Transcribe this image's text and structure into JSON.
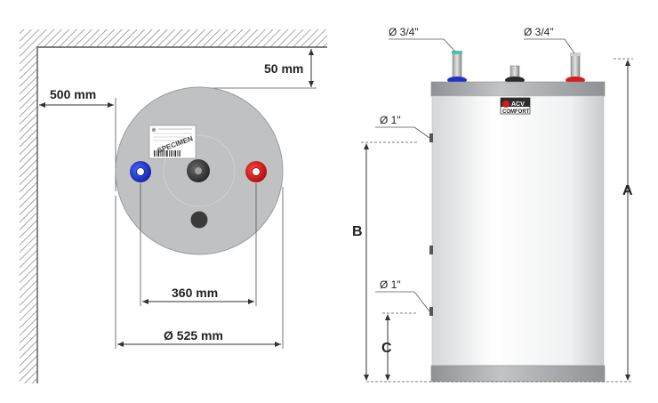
{
  "top_view": {
    "wall_clearance_side": "500 mm",
    "wall_clearance_top": "50 mm",
    "connection_spacing": "360 mm",
    "tank_diameter": "Ø 525 mm",
    "label_watermark": "SPECIMEN"
  },
  "side_view": {
    "connection_top_left": "Ø 3/4\"",
    "connection_top_right": "Ø 3/4\"",
    "connection_side_upper": "Ø 1\"",
    "connection_side_lower": "Ø 1\"",
    "dimension_a": "A",
    "dimension_b": "B",
    "dimension_c": "C",
    "brand_name": "ACV",
    "product_name": "COMFORT"
  },
  "colors": {
    "cold": "#1f33c8",
    "hot": "#d81c1c",
    "tank_top_view": "#bfc1c3",
    "tank_body": "#f2f3f4",
    "tank_band": "#a3a6a9"
  }
}
